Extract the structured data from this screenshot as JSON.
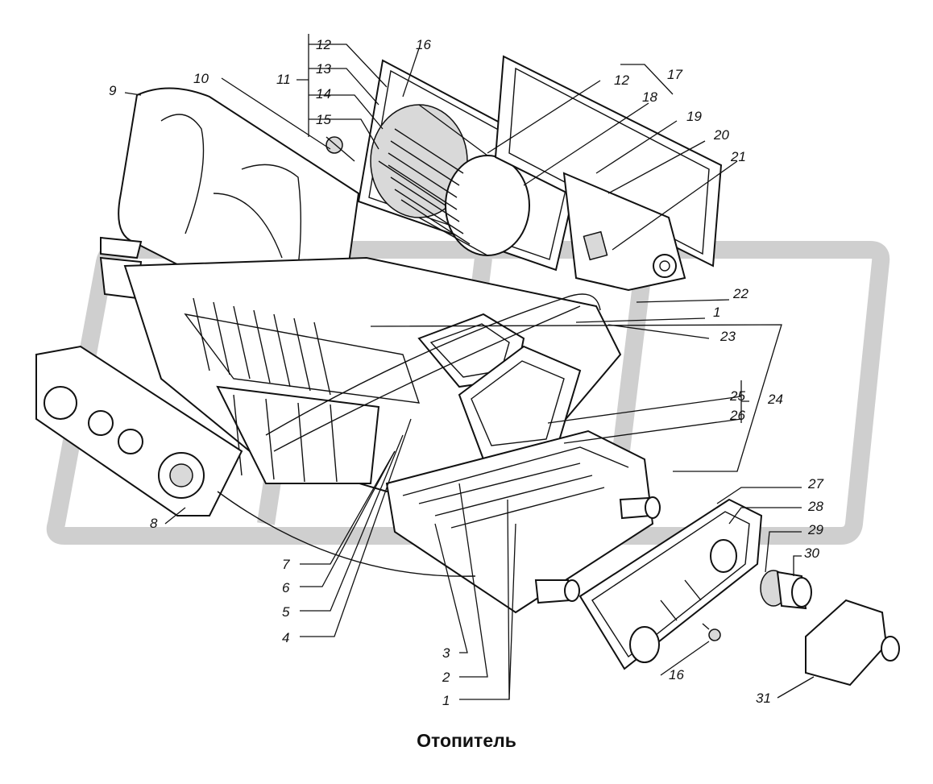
{
  "caption": "Отопитель",
  "callouts": {
    "c1a": "1",
    "c1b": "1",
    "c2": "2",
    "c3": "3",
    "c4": "4",
    "c5": "5",
    "c6": "6",
    "c7": "7",
    "c8": "8",
    "c9": "9",
    "c10": "10",
    "c11": "11",
    "c12a": "12",
    "c12b": "12",
    "c13": "13",
    "c14": "14",
    "c15": "15",
    "c16a": "16",
    "c16b": "16",
    "c17": "17",
    "c18": "18",
    "c19": "19",
    "c20": "20",
    "c21": "21",
    "c22": "22",
    "c23": "23",
    "c24": "24",
    "c25": "25",
    "c26": "26",
    "c27": "27",
    "c28": "28",
    "c29": "29",
    "c30": "30",
    "c31": "31"
  },
  "colors": {
    "line": "#111111",
    "watermark": "#cfcfcf",
    "background": "#ffffff"
  }
}
